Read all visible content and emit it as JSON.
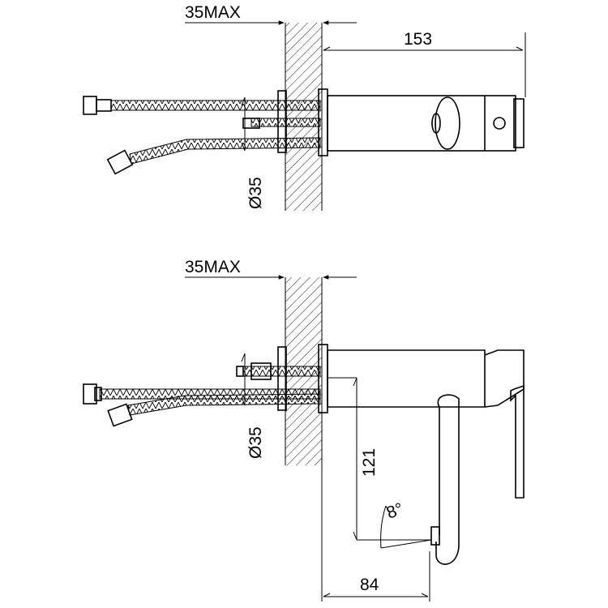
{
  "dimensions": {
    "top_view": {
      "wall_max": "35MAX",
      "spout_length": "153",
      "hole_diameter": "Ø35"
    },
    "side_view": {
      "wall_max": "35MAX",
      "hole_diameter": "Ø35",
      "spout_height": "121",
      "spout_angle": "8°",
      "spout_projection": "84"
    }
  },
  "colors": {
    "line": "#000000",
    "background": "#ffffff"
  }
}
